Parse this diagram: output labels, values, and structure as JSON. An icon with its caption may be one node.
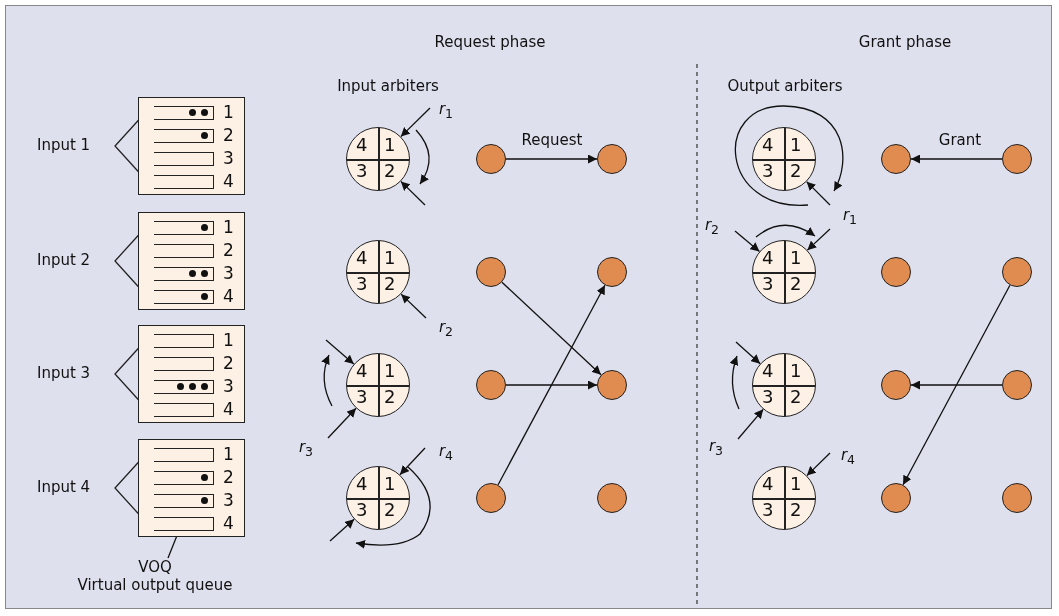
{
  "diagram": {
    "nodes": [
      {
        "text": [
          "1",
          "2",
          "3",
          "4"
        ],
        "beside": [
          "Input 1"
        ]
      },
      {
        "text": [
          "1",
          "2",
          "3",
          "4"
        ],
        "beside": [
          "Input 2"
        ]
      },
      {
        "text": [
          "1",
          "2",
          "3",
          "4"
        ],
        "beside": [
          "Input 3"
        ]
      },
      {
        "text": [
          "1",
          "2",
          "3",
          "4"
        ],
        "beside": [
          "Input 4"
        ]
      },
      {
        "text": [
          "VOQ",
          "Virtual output queue"
        ]
      },
      {
        "text": [
          "4",
          "1",
          "3",
          "2"
        ]
      },
      {
        "text": [
          "4",
          "1",
          "3",
          "2"
        ]
      },
      {
        "text": [
          "4",
          "1",
          "3",
          "2"
        ]
      },
      {
        "text": [
          "4",
          "1",
          "3",
          "2"
        ]
      },
      {
        "text": [],
        "shape": "circle"
      },
      {
        "text": [],
        "shape": "circle"
      },
      {
        "text": [],
        "shape": "circle"
      },
      {
        "text": [],
        "shape": "circle"
      },
      {
        "text": [],
        "shape": "circle"
      },
      {
        "text": [],
        "shape": "circle"
      },
      {
        "text": [],
        "shape": "circle"
      },
      {
        "text": [],
        "shape": "circle"
      },
      {
        "text": [
          "4",
          "1",
          "3",
          "2"
        ]
      },
      {
        "text": [
          "4",
          "1",
          "3",
          "2"
        ]
      },
      {
        "text": [
          "4",
          "1",
          "3",
          "2"
        ]
      },
      {
        "text": [
          "4",
          "1",
          "3",
          "2"
        ]
      },
      {
        "text": [],
        "shape": "circle"
      },
      {
        "text": [],
        "shape": "circle"
      },
      {
        "text": [],
        "shape": "circle"
      },
      {
        "text": [],
        "shape": "circle"
      },
      {
        "text": [],
        "shape": "circle"
      },
      {
        "text": [],
        "shape": "circle"
      },
      {
        "text": [],
        "shape": "circle"
      },
      {
        "text": [],
        "shape": "circle"
      }
    ],
    "edges": [
      {
        "from": null,
        "to": 5,
        "arrow": "to",
        "label": "*r*$_{1}$"
      },
      {
        "from": null,
        "to": 5,
        "arrow": "to"
      },
      {
        "from": null,
        "to": 6,
        "arrow": "to",
        "label": "*r*$_{2}$"
      },
      {
        "from": null,
        "to": 7,
        "arrow": "to"
      },
      {
        "from": null,
        "to": 7,
        "arrow": "to",
        "label": "*r*$_{3}$"
      },
      {
        "from": null,
        "to": 8,
        "arrow": "to",
        "label": "*r*$_{4}$"
      },
      {
        "from": null,
        "to": 8,
        "arrow": "to"
      },
      {
        "from": 9,
        "to": 13,
        "arrow": "to",
        "label": "Request"
      },
      {
        "from": 10,
        "to": 15,
        "arrow": "to"
      },
      {
        "from": 11,
        "to": 15,
        "arrow": "to"
      },
      {
        "from": 12,
        "to": 14,
        "arrow": "to"
      },
      {
        "from": null,
        "to": 17,
        "arrow": "to",
        "label": "*r*$_{1}$"
      },
      {
        "from": null,
        "to": 18,
        "arrow": "to",
        "label": "*r*$_{2}$"
      },
      {
        "from": null,
        "to": 18,
        "arrow": "to"
      },
      {
        "from": null,
        "to": 19,
        "arrow": "to"
      },
      {
        "from": null,
        "to": 19,
        "arrow": "to",
        "label": "*r*$_{3}$"
      },
      {
        "from": null,
        "to": 20,
        "arrow": "to",
        "label": "*r*$_{4}$"
      },
      {
        "from": 25,
        "to": 21,
        "arrow": "to",
        "label": "Grant"
      },
      {
        "from": 26,
        "to": 24,
        "arrow": "to"
      },
      {
        "from": 27,
        "to": 23,
        "arrow": "to"
      },
      {
        "from": 4,
        "to": 3,
        "arrow": "none"
      }
    ],
    "labels": [
      "Request phase",
      "Grant phase",
      "Input arbiters",
      "Output arbiters"
    ]
  }
}
